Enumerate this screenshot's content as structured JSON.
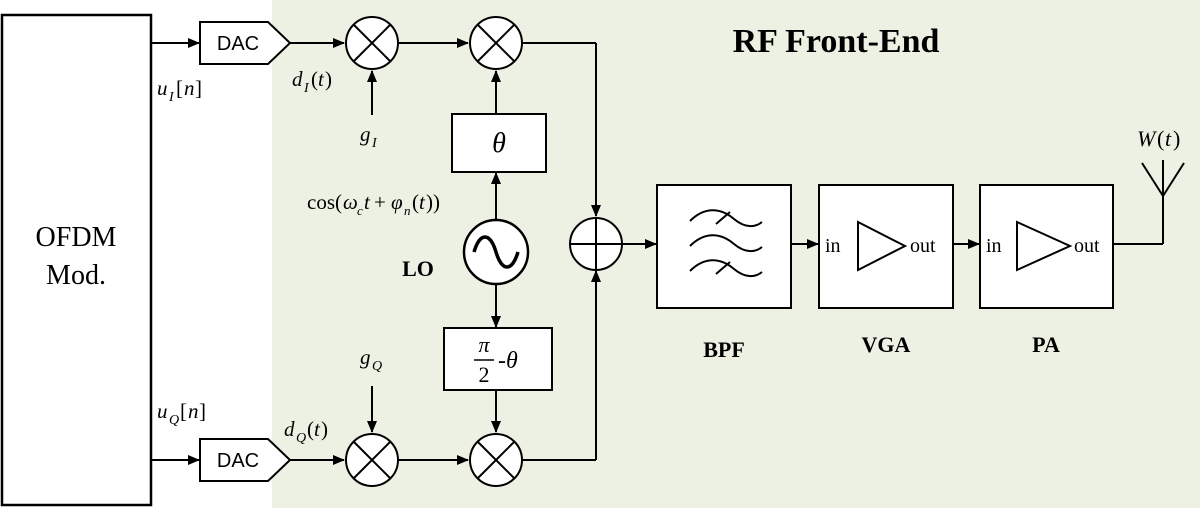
{
  "title": "RF Front-End",
  "colors": {
    "frontend_bg": "#edf1e3",
    "line": "#000000",
    "block_fill": "#ffffff"
  },
  "blocks": {
    "ofdm": {
      "line1": "OFDM",
      "line2": "Mod."
    },
    "dac_i": "DAC",
    "dac_q": "DAC",
    "phase_i": "θ",
    "phase_q_num": "π",
    "phase_q_den": "2",
    "phase_q_suffix": "-θ",
    "lo_label": "LO",
    "lo_expression": "cos(ωct + φn(t))",
    "bpf": "BPF",
    "vga": "VGA",
    "pa": "PA",
    "in_label": "in",
    "out_label": "out"
  },
  "signals": {
    "u_i": "uI[n]",
    "u_q": "uQ[n]",
    "d_i": "dI(t)",
    "d_q": "dQ(t)",
    "g_i": "gI",
    "g_q": "gQ",
    "antenna": "W(t)"
  },
  "icons": {
    "mixer": "multiplier-circle-icon",
    "adder": "summing-circle-icon",
    "oscillator": "sine-source-icon",
    "filter": "bandpass-filter-icon",
    "amplifier": "triangle-amplifier-icon",
    "antenna": "antenna-icon"
  }
}
